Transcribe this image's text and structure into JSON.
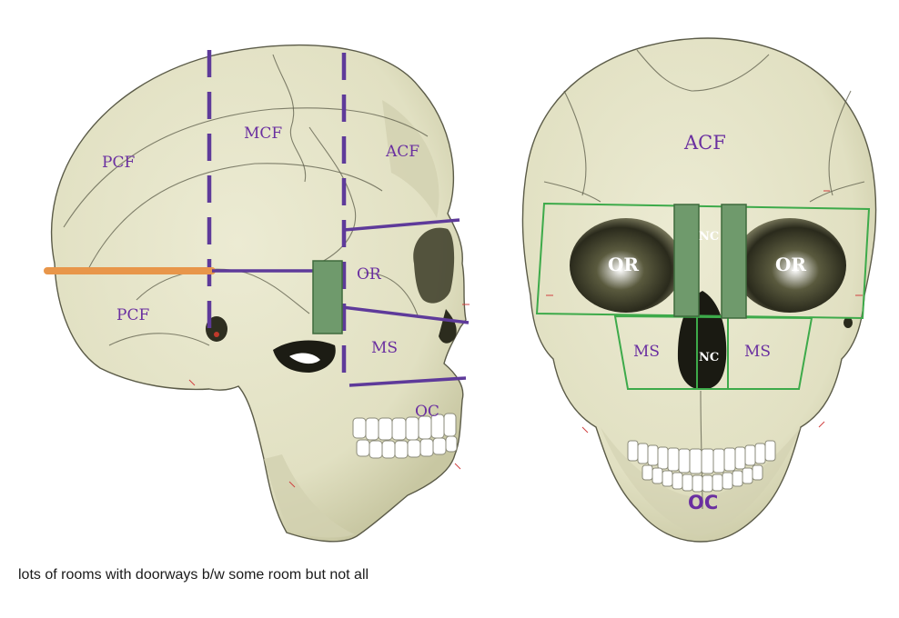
{
  "caption": "lots of rooms with doorways b/w some room but not all",
  "lateral_view": {
    "labels": {
      "pcf_upper": "PCF",
      "pcf_lower": "PCF",
      "mcf": "MCF",
      "acf": "ACF",
      "or": "OR",
      "ms": "MS",
      "oc": "OC"
    }
  },
  "frontal_view": {
    "labels": {
      "acf": "ACF",
      "or_left": "OR",
      "or_right": "OR",
      "nc_upper": "NC",
      "nc_lower": "NC",
      "ms_left": "MS",
      "ms_right": "MS",
      "oc": "OC"
    }
  },
  "colors": {
    "bone": "#e4e3c6",
    "bone_shadow": "#c9c8a4",
    "boundary_purple": "#5e3a9a",
    "boundary_orange": "#e8964a",
    "region_green": "#3daa4a",
    "septum_green": "#6f9a6c",
    "label_purple": "#6a2fa0"
  }
}
